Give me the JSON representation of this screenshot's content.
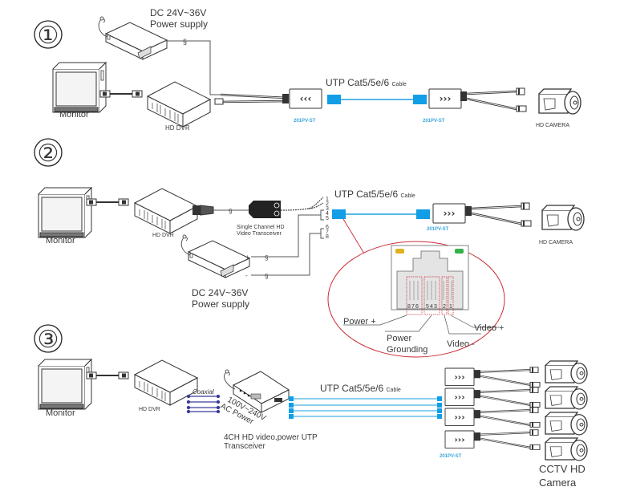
{
  "diagram": {
    "title": "UTP HD video transmission connection diagrams",
    "colors": {
      "utp_cable": "#1a9fe0",
      "model_label": "#3aa6dd",
      "callout": "#cc2b35",
      "coax": "#3a3a9a",
      "led_yellow": "#e0b020",
      "led_green": "#33b24a"
    },
    "scenario1": {
      "number": "①",
      "power_supply_label_1": "DC 24V~36V",
      "power_supply_label_2": "Power supply",
      "monitor_label": "Monitor",
      "dvr_label": "HD DVR",
      "cable_label": "UTP Cat5/5e/6",
      "cable_suffix": "Cable",
      "left_transceiver_model": "201PV-ST",
      "right_transceiver_model": "201PV-ST",
      "camera_label": "HD CAMERA"
    },
    "scenario2": {
      "number": "②",
      "monitor_label": "Monitor",
      "dvr_label": "HD DVR",
      "transceiver_label_1": "Single Channel HD",
      "transceiver_label_2": "Video Transceiver",
      "power_supply_label_1": "DC 24V~36V",
      "power_supply_label_2": "Power supply",
      "plus": "+",
      "minus": "-",
      "pins": [
        "1",
        "2",
        "3",
        "4",
        "5",
        "6",
        "7",
        "8"
      ],
      "cable_label": "UTP Cat5/5e/6",
      "cable_suffix": "Cable",
      "transceiver_model": "201PV-ST",
      "camera_label": "HD CAMERA",
      "rj45": {
        "pin_numbers": [
          "8",
          "7",
          "6",
          "5",
          "4",
          "3",
          "2",
          "1"
        ],
        "pin_groups": [
          {
            "pins": "8 7 6",
            "function": "Power +"
          },
          {
            "pins": "5 4 3",
            "function_line1": "Power",
            "function_line2": "Grounding"
          },
          {
            "pins": "2",
            "function": "Video -"
          },
          {
            "pins": "1",
            "function": "Video +"
          }
        ]
      }
    },
    "scenario3": {
      "number": "③",
      "monitor_label": "Monitor",
      "dvr_label": "HD DVR",
      "coax_label": "Coaxial",
      "ac_label_1": "100V~240V",
      "ac_label_2": "AC Power",
      "hub_label_1": "4CH HD video,power UTP",
      "hub_label_2": "Transceiver",
      "cable_label": "UTP Cat5/5e/6",
      "cable_suffix": "Cable",
      "channels": 4,
      "transceiver_model": "201PV-ST",
      "camera_label_1": "CCTV HD",
      "camera_label_2": "Camera"
    }
  }
}
